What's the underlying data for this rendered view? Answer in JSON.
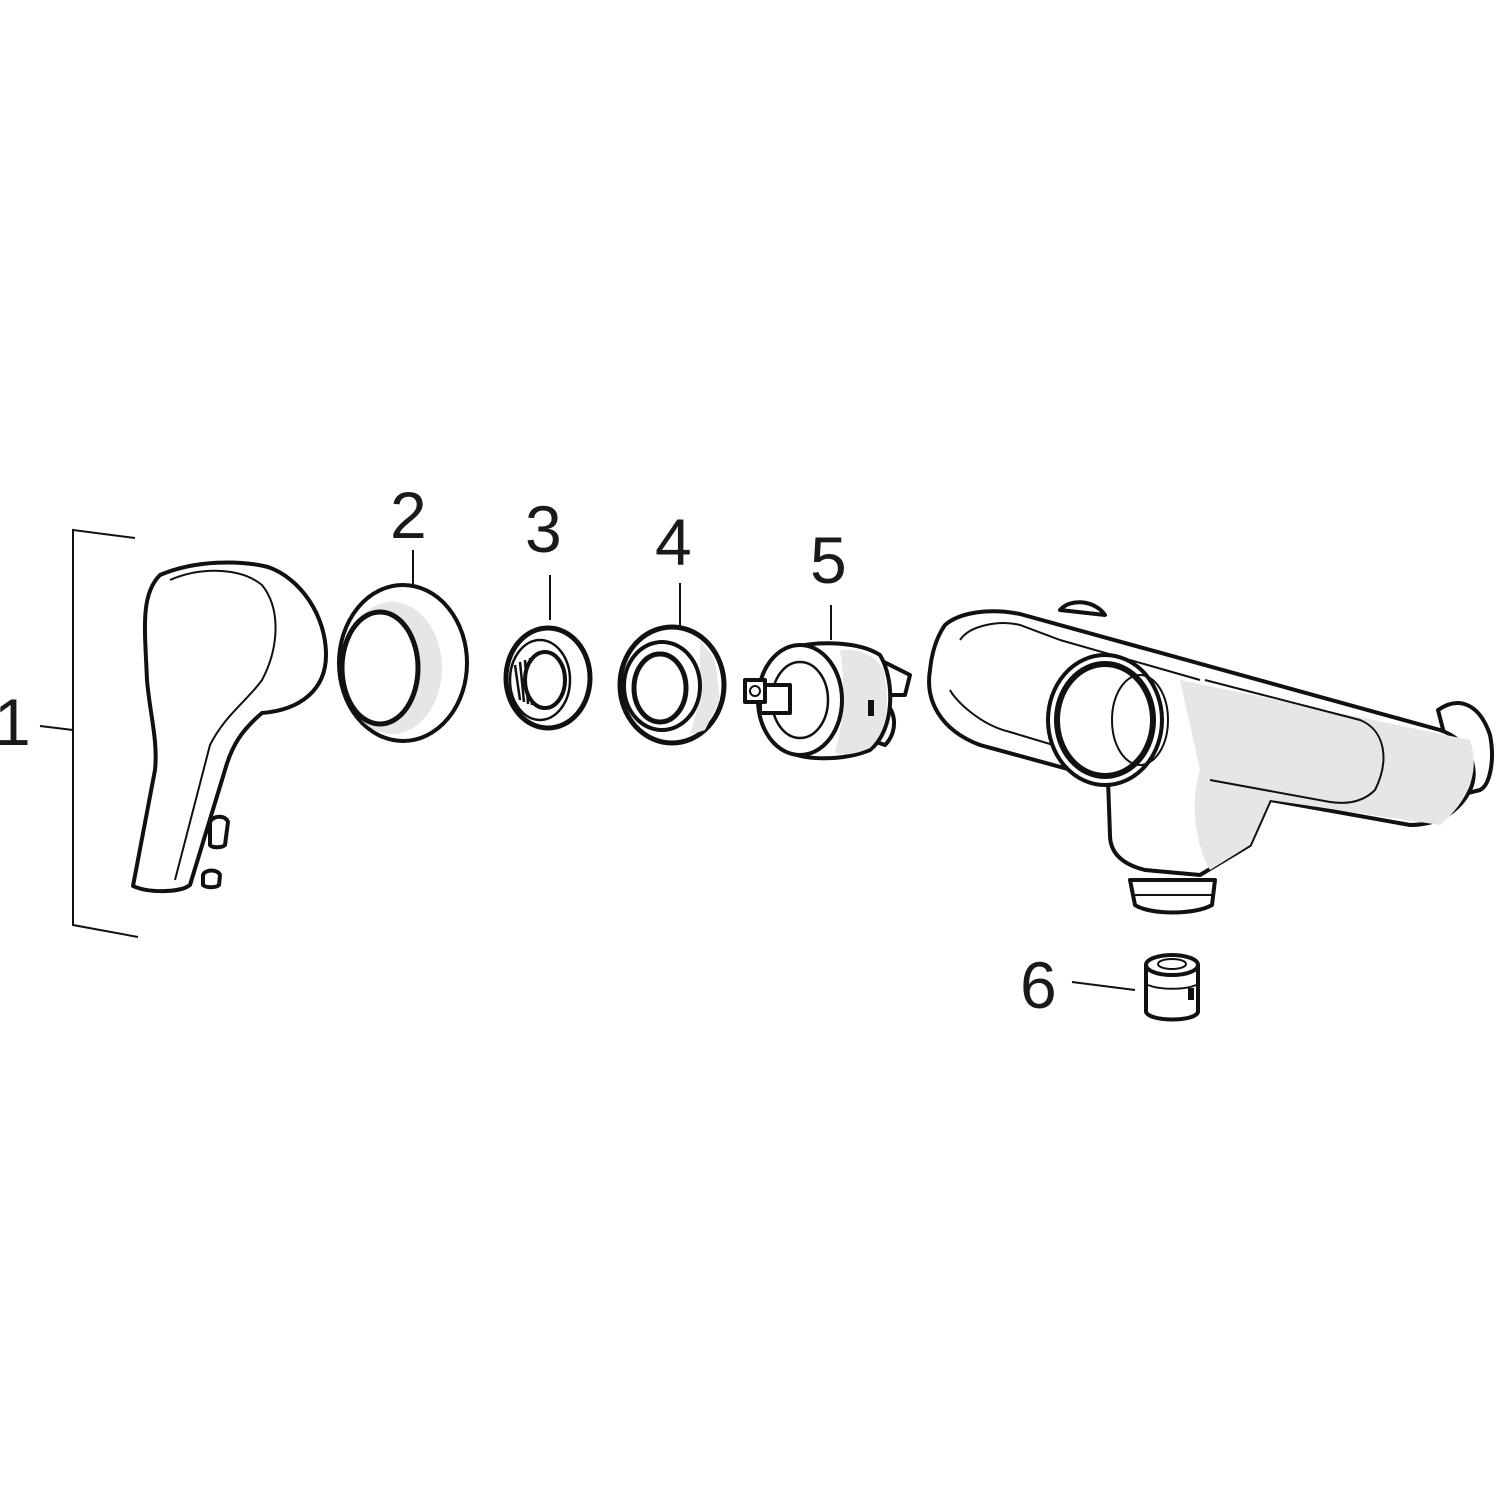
{
  "diagram": {
    "type": "exploded-parts-view",
    "subject": "single-lever wall-mounted mixer",
    "background": "#ffffff",
    "line_color": "#111111",
    "shade_color": "#e6e6e6",
    "callouts": [
      {
        "id": "1",
        "label": "1",
        "part": "lever handle with set screw and cap (bracketed group)"
      },
      {
        "id": "2",
        "label": "2",
        "part": "cover rosette"
      },
      {
        "id": "3",
        "label": "3",
        "part": "splined adapter ring"
      },
      {
        "id": "4",
        "label": "4",
        "part": "hex nut"
      },
      {
        "id": "5",
        "label": "5",
        "part": "ceramic cartridge"
      },
      {
        "id": "6",
        "label": "6",
        "part": "aerator / outlet insert"
      }
    ]
  }
}
